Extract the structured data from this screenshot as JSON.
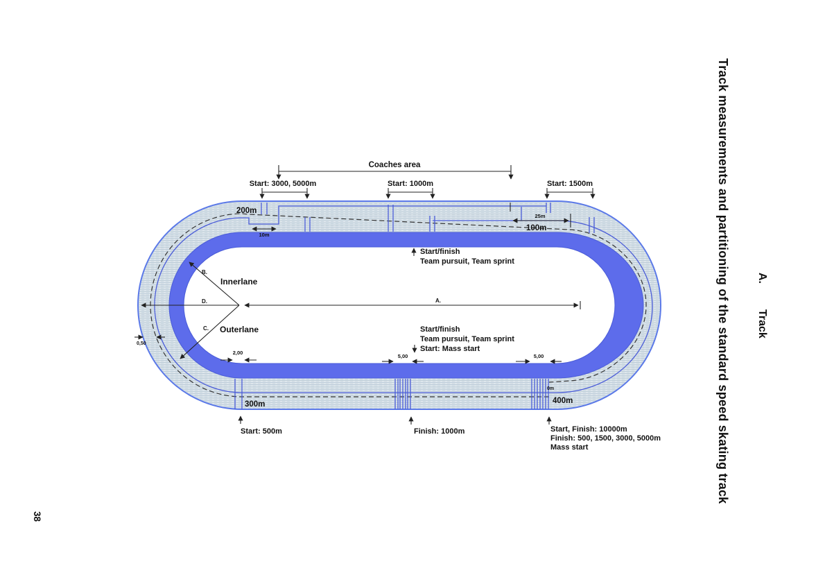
{
  "page": {
    "number": "38"
  },
  "margin": {
    "section": "A.",
    "section_title": "Track",
    "chapter_title": "Track measurements and partitioning of the standard speed skating track"
  },
  "track": {
    "top_labels": {
      "coaches_area": "Coaches area",
      "start_3000_5000": "Start: 3000, 5000m",
      "start_1000": "Start: 1000m",
      "start_1500": "Start: 1500m"
    },
    "distance_marks": {
      "m200": "200m",
      "m100": "100m",
      "m300": "300m",
      "m400": "400m",
      "m0": "0m"
    },
    "dimensions": {
      "d10": "10m",
      "d25": "25m",
      "d050": "0,50",
      "d2": "2,00",
      "d5a": "5,00",
      "d5b": "5,00"
    },
    "infield": {
      "sf_top_1": "Start/finish",
      "sf_top_2": "Team pursuit, Team sprint",
      "innerlane": "Innerlane",
      "outerlane": "Outerlane",
      "b": "B.",
      "d": "D.",
      "c": "C.",
      "a": "A.",
      "sf_bot_1": "Start/finish",
      "sf_bot_2": "Team pursuit, Team sprint",
      "sf_bot_3": "Start: Mass start"
    },
    "bottom_labels": {
      "start_500": "Start: 500m",
      "finish_1000": "Finish: 1000m",
      "big_1": "Start, Finish: 10000m",
      "big_2": "Finish: 500, 1500, 3000, 5000m",
      "big_3": "Mass start"
    }
  },
  "colors": {
    "band": "#5d6ceb",
    "line": "#4a5cd8",
    "edge": "#5b79e8",
    "hatch_bg": "#dfe7ed",
    "hatch_line": "#aabfcd",
    "text": "#111111"
  }
}
